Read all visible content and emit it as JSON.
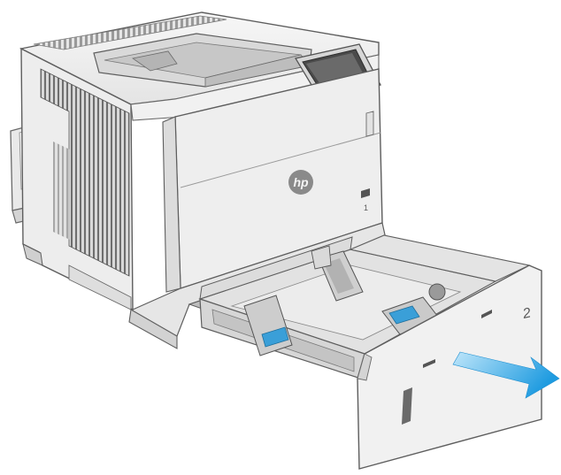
{
  "illustration": {
    "subject": "printer",
    "tray_label": "2",
    "door_label": "1",
    "brand_logo": "hp",
    "arrow_direction": "pull-out",
    "colors": {
      "body": "#eeeeee",
      "outline": "#6a6a6a",
      "dark": "#3a3a3a",
      "arrow": "#2aa3e0",
      "guide_tab": "#3a9fd8"
    }
  }
}
